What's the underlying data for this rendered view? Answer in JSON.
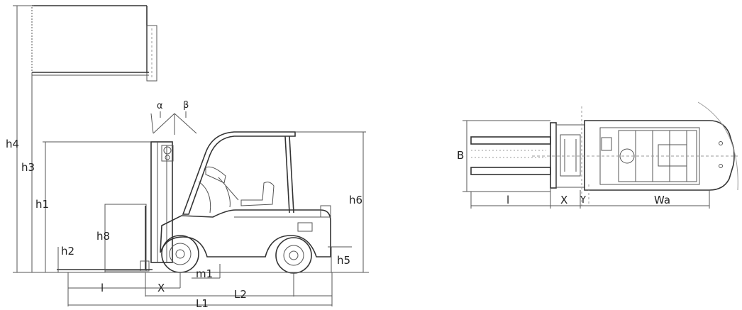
{
  "side_view": {
    "labels": {
      "h4": "h4",
      "h3": "h3",
      "h1": "h1",
      "h8": "h8",
      "h2": "h2",
      "h6": "h6",
      "h5": "h5",
      "m1": "m1",
      "l": "l",
      "x": "X",
      "l2": "L2",
      "l1": "L1",
      "alpha": "α",
      "beta": "β"
    }
  },
  "top_view": {
    "labels": {
      "b": "B",
      "l": "l",
      "x": "X",
      "y": "Y",
      "wa": "Wa"
    }
  }
}
